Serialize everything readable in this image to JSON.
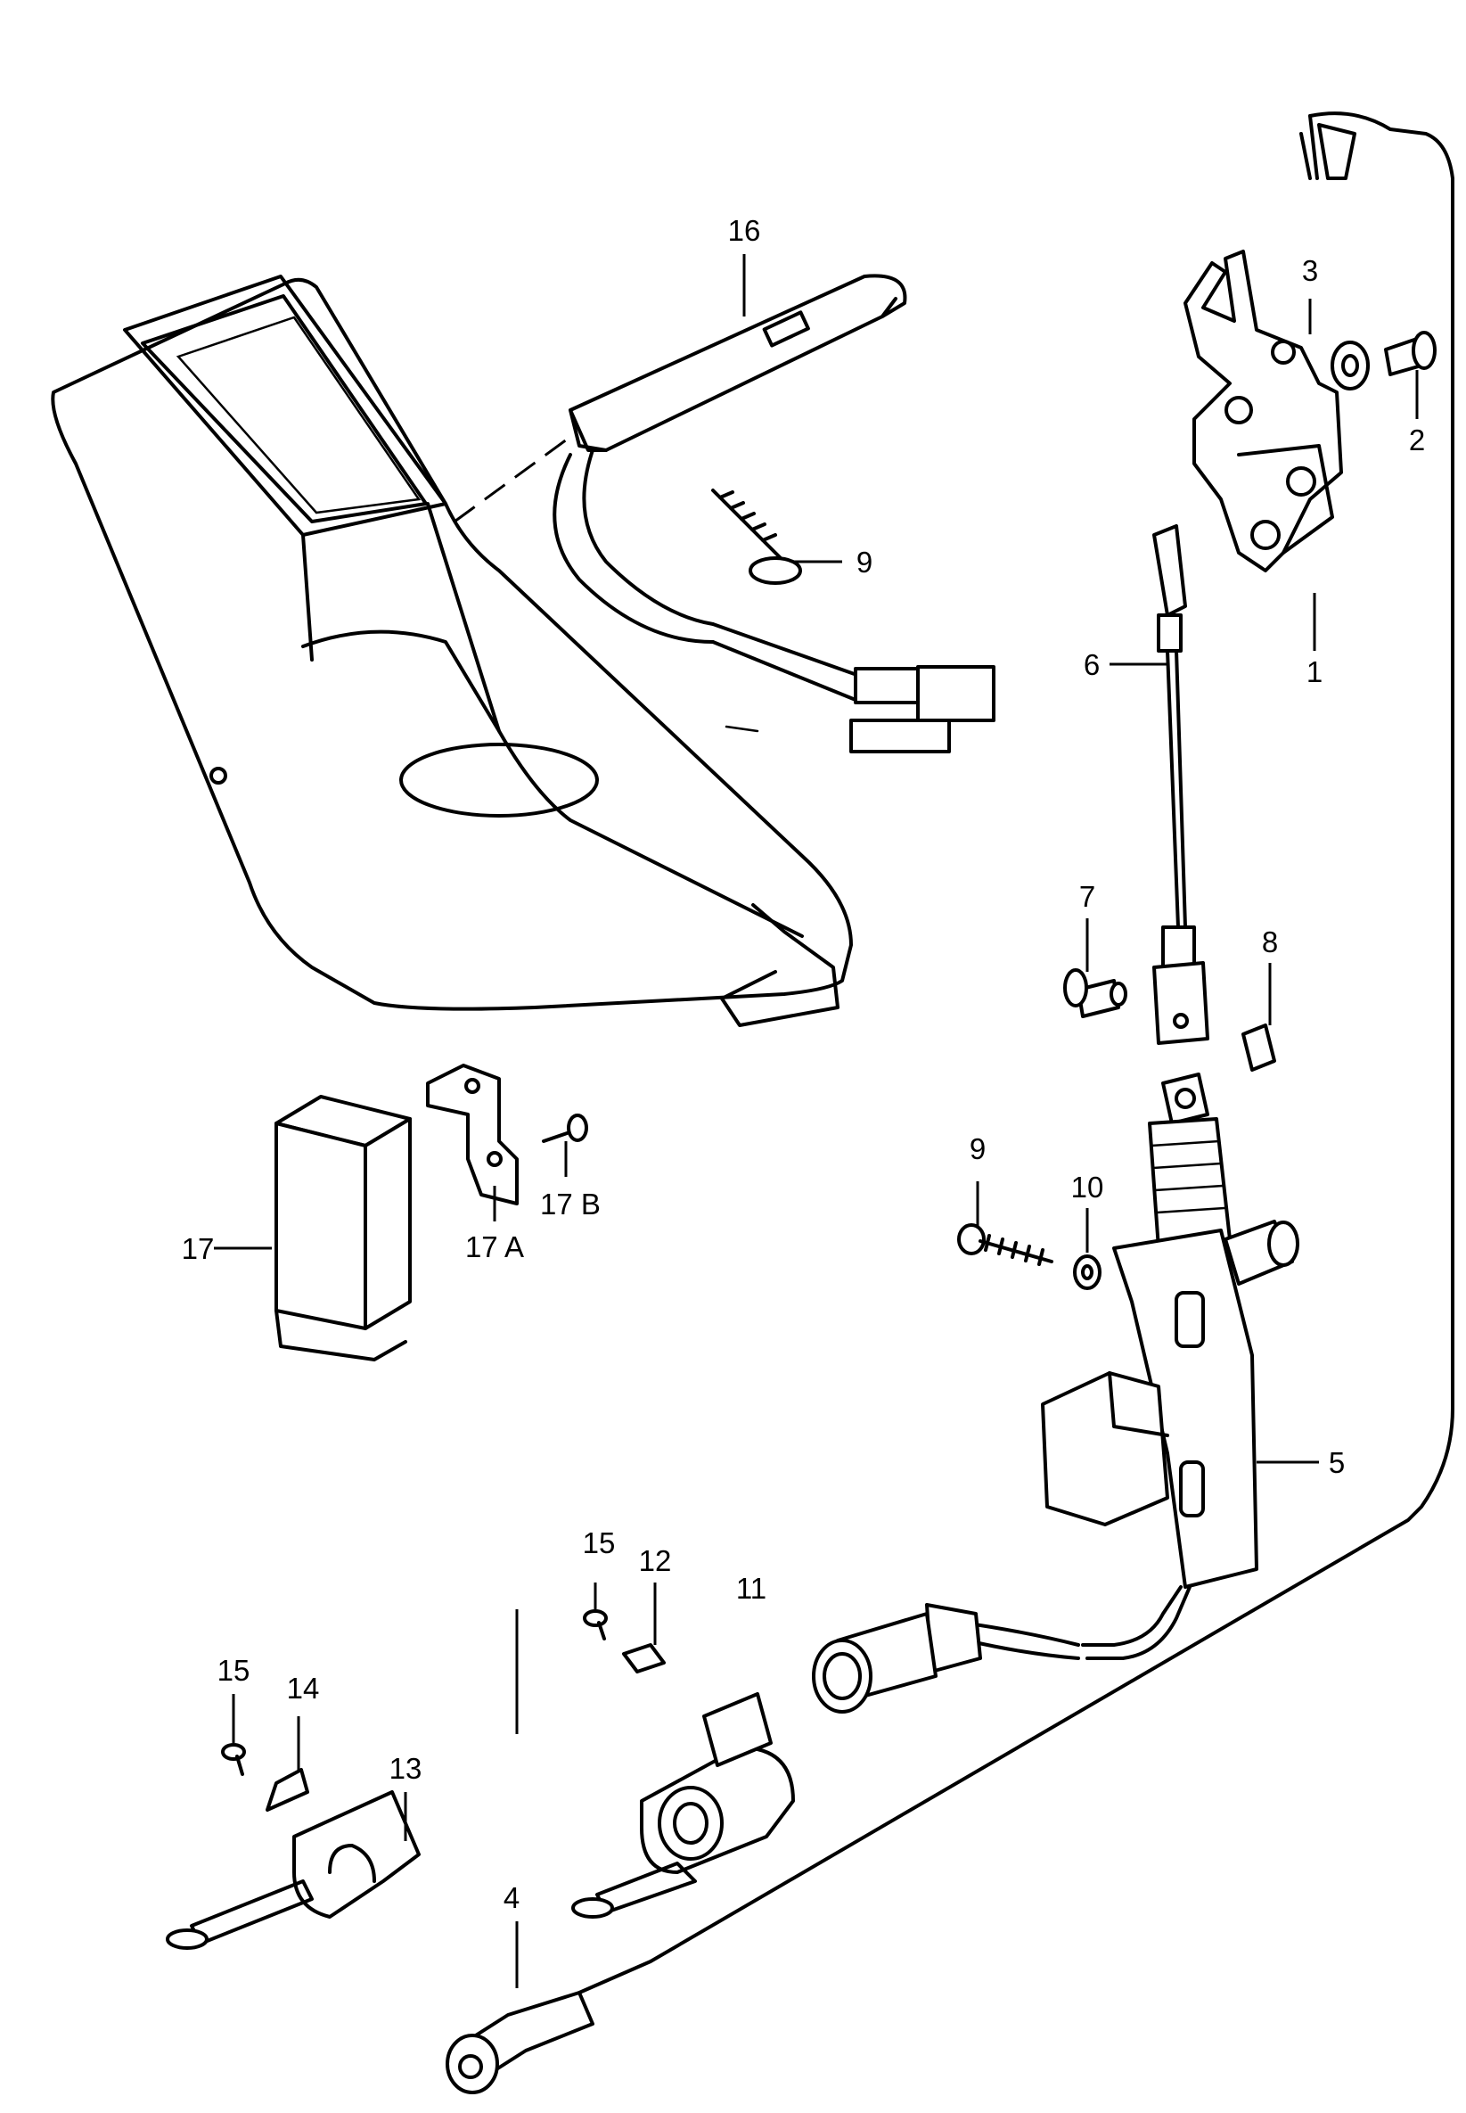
{
  "callouts": {
    "c1": "1",
    "c2": "2",
    "c3": "3",
    "c4": "4",
    "c5": "5",
    "c6": "6",
    "c7": "7",
    "c8": "8",
    "c9a": "9",
    "c9b": "9",
    "c10": "10",
    "c11": "11",
    "c12": "12",
    "c13": "13",
    "c14": "14",
    "c15a": "15",
    "c15b": "15",
    "c16": "16",
    "c17": "17",
    "c17a": "17 A",
    "c17b": "17 B"
  }
}
